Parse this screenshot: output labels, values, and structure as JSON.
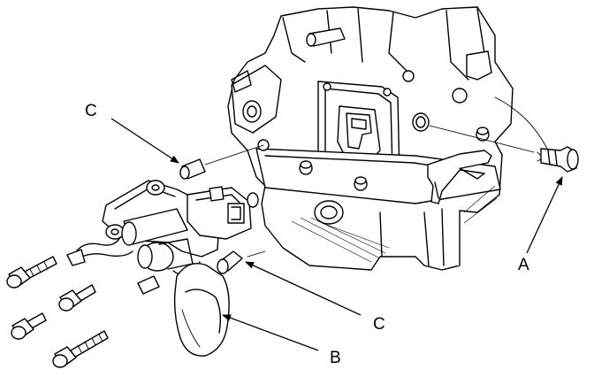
{
  "callouts": {
    "a": {
      "label": "A"
    },
    "b": {
      "label": "B"
    },
    "c_upper": {
      "label": "C"
    },
    "c_lower": {
      "label": "C"
    }
  },
  "colors": {
    "line": "#000000",
    "background": "#ffffff"
  }
}
